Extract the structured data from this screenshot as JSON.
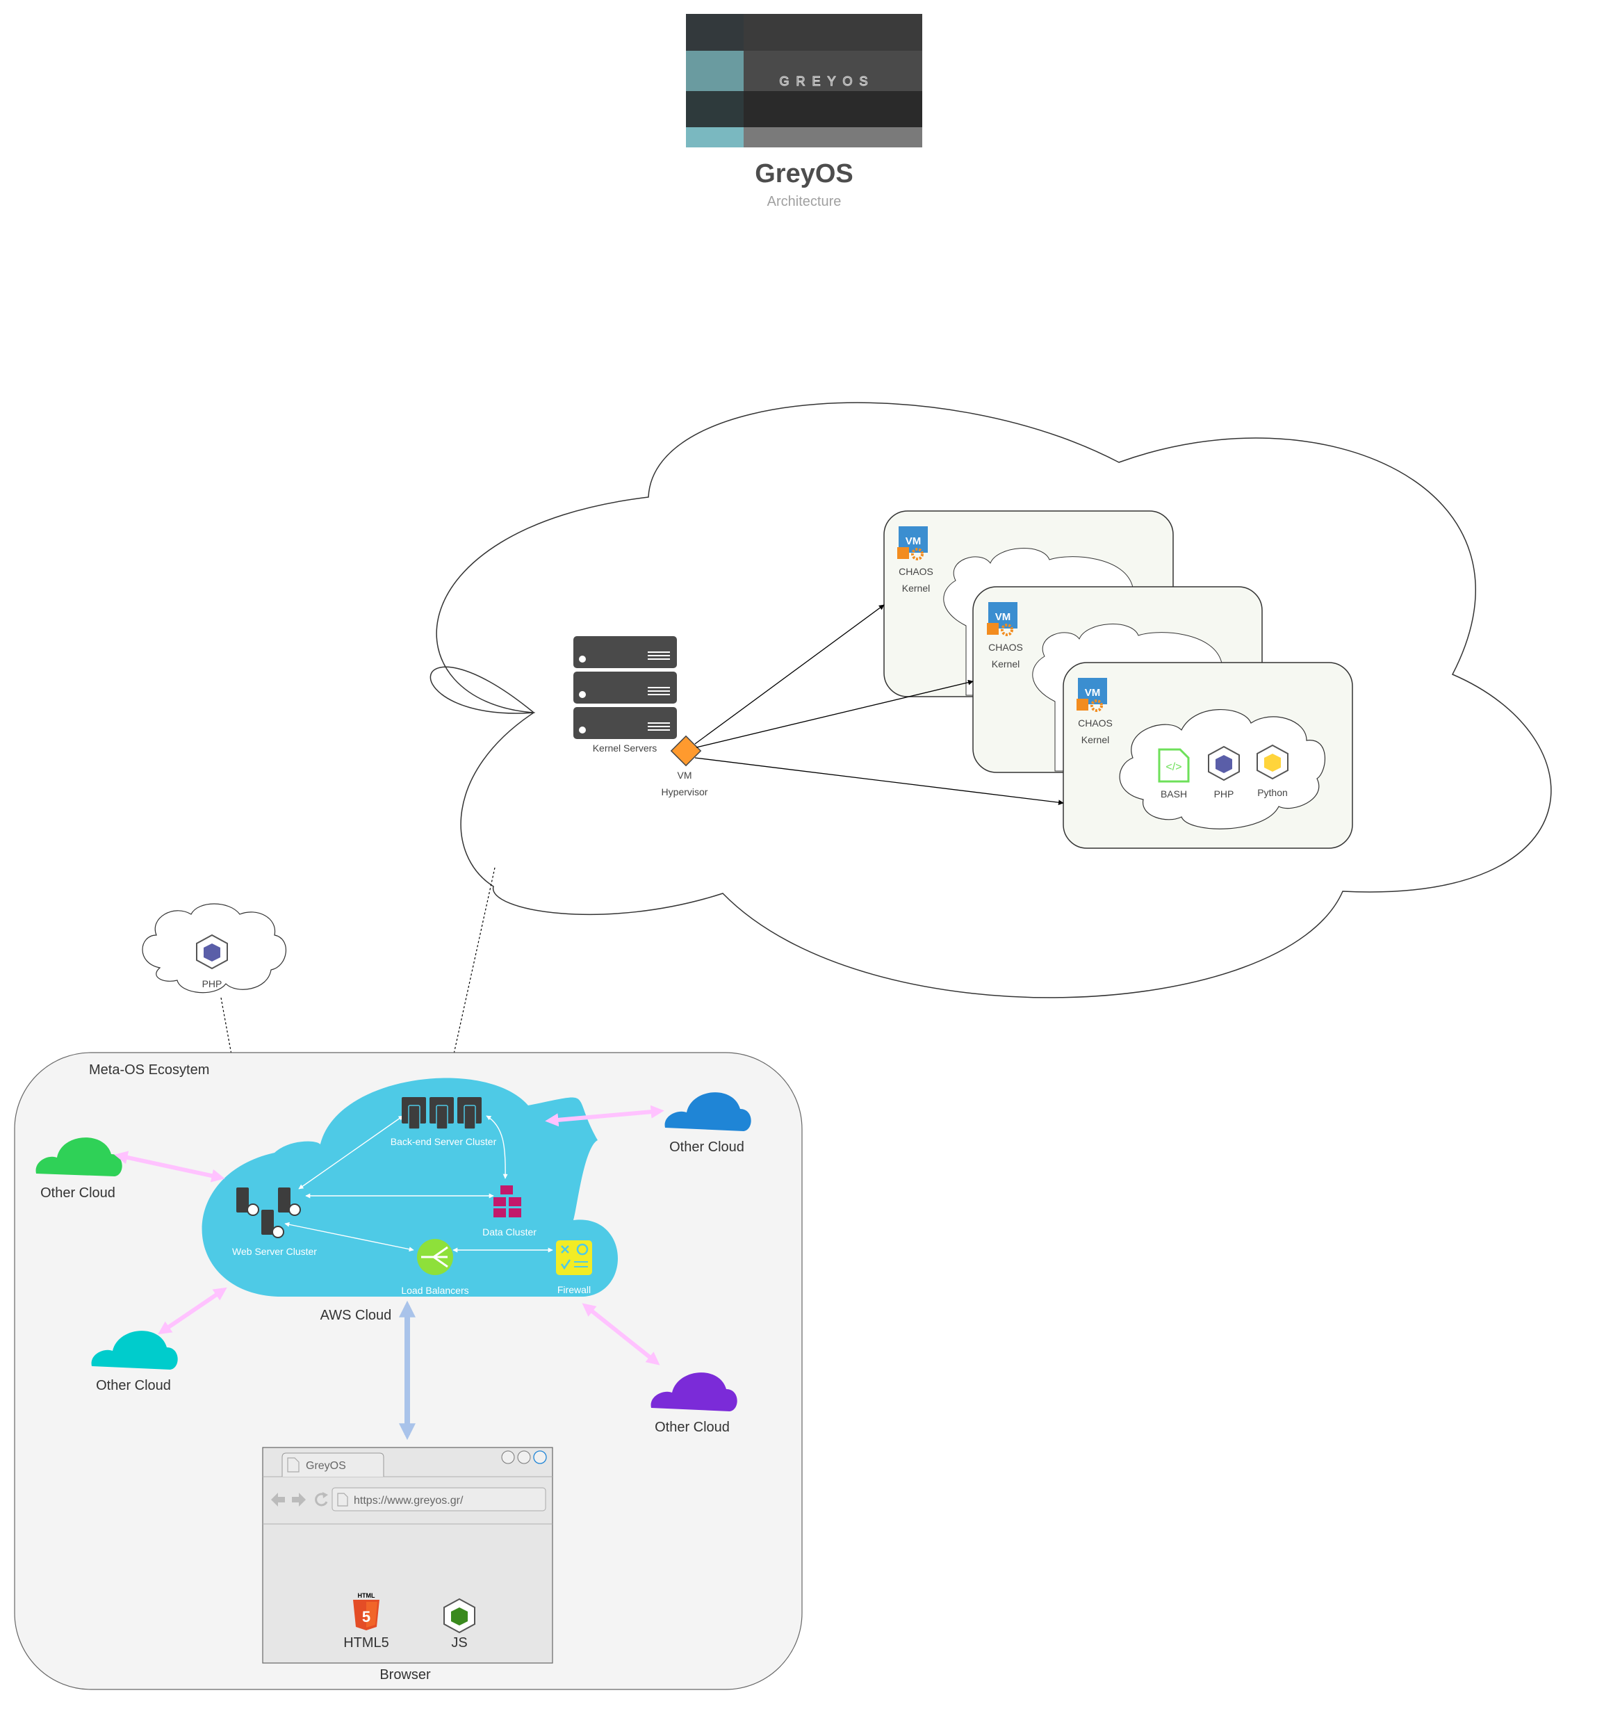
{
  "header": {
    "logo_text": "GREYOS",
    "title": "GreyOS",
    "subtitle": "Architecture"
  },
  "kernel_cloud": {
    "kernel_servers_label": "Kernel Servers",
    "hypervisor_label_line1": "VM",
    "hypervisor_label_line2": "Hypervisor",
    "vms": [
      {
        "badge": "VM",
        "label_line1": "CHAOS",
        "label_line2": "Kernel"
      },
      {
        "badge": "VM",
        "label_line1": "CHAOS",
        "label_line2": "Kernel"
      },
      {
        "badge": "VM",
        "label_line1": "CHAOS",
        "label_line2": "Kernel"
      }
    ],
    "languages": [
      {
        "label": "BASH",
        "icon": "code-file-icon"
      },
      {
        "label": "PHP",
        "icon": "php-cube-icon"
      },
      {
        "label": "Python",
        "icon": "python-cube-icon"
      }
    ]
  },
  "php_cloud": {
    "label": "PHP"
  },
  "ecosystem": {
    "title": "Meta-OS Ecosytem",
    "aws_label": "AWS Cloud",
    "nodes": {
      "backend": "Back-end Server Cluster",
      "web": "Web Server Cluster",
      "data": "Data Cluster",
      "lb": "Load Balancers",
      "firewall": "Firewall"
    },
    "other_clouds": [
      {
        "label": "Other Cloud",
        "color": "#2fd157"
      },
      {
        "label": "Other Cloud",
        "color": "#1f85d6"
      },
      {
        "label": "Other Cloud",
        "color": "#00cccc"
      },
      {
        "label": "Other Cloud",
        "color": "#7b2bd8"
      }
    ],
    "browser": {
      "tab_title": "GreyOS",
      "url": "https://www.greyos.gr/",
      "techs": [
        {
          "label": "HTML5",
          "icon": "html5-icon"
        },
        {
          "label": "JS",
          "icon": "js-cube-icon"
        }
      ],
      "caption": "Browser"
    }
  },
  "colors": {
    "aws": "#4ecae6",
    "connector_pink": "#ffc2ff",
    "connector_blue": "#a9c3ea",
    "hypervisor": "#ff9a2e",
    "vm_panel": "#f6f8f2",
    "ecosystem_bg": "#f4f4f4"
  }
}
